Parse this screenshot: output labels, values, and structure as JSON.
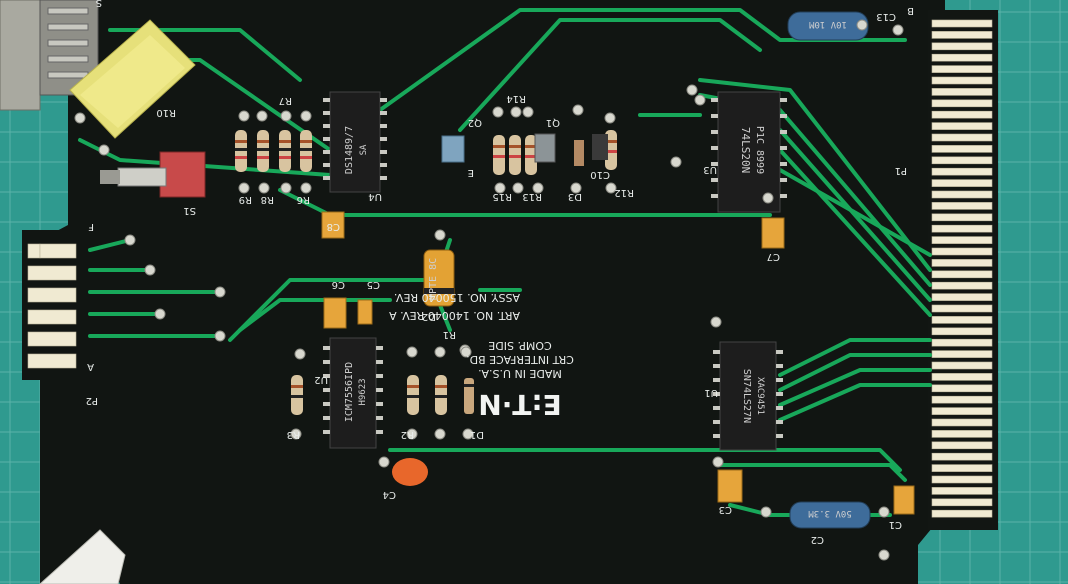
{
  "board": {
    "brand": "E:T·N",
    "made_in": "MADE IN U.S.A.",
    "board_name": "CRT INTERFACE BD.",
    "side": "COMP. SIDE",
    "art_no": "ART. NO. 140040 REV. A",
    "assy_no": "ASSY. NO. 150040 REV."
  },
  "chips": {
    "u4": {
      "ref": "U4",
      "line1": "DS1489/7",
      "line2": "SA"
    },
    "u3": {
      "ref": "U3",
      "line1": "74LS20N",
      "line2": "P1C 8999"
    },
    "u1": {
      "ref": "U1",
      "line1": "SN74LS27N",
      "line2": "XAC9451"
    },
    "u2": {
      "ref": "U2",
      "line1": "ICM7556IPD",
      "line2": "H9623"
    }
  },
  "labels": {
    "r1": "R1",
    "r2": "R2",
    "r3": "R3",
    "r6": "R6",
    "r7": "R7",
    "r8": "R8",
    "r9": "R9",
    "r10": "R10",
    "r12": "R12",
    "r13": "R13",
    "r14": "R14",
    "r15": "R15",
    "c1": "C1",
    "c2": "C2",
    "c3": "C3",
    "c4": "C4",
    "c5": "C5",
    "c6": "C6",
    "c7": "C7",
    "c8": "C8",
    "c10": "C10",
    "c13": "C13",
    "d1": "D1",
    "d2": "D2",
    "d3": "D3",
    "q1": "Q1",
    "q2": "Q2",
    "s1": "S1",
    "p1": "P1",
    "p2": "P2",
    "a": "A",
    "f": "F",
    "b": "B",
    "e": "E",
    "s": "S"
  },
  "parts": {
    "diode_d2": "MPTE 8C",
    "cap_c2": "50V 3.3M",
    "cap_c13": "10V 10M"
  }
}
